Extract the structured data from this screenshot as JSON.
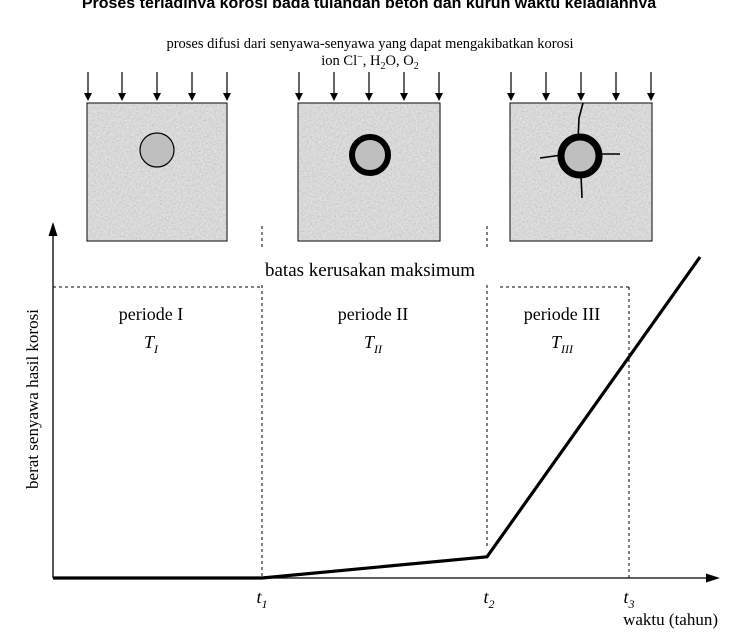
{
  "header_cut_text": "Proses terjadinya korosi pada tulangan beton dan kurun waktu kejadiannya",
  "diffusion_caption": "proses difusi dari senyawa-senyawa yang dapat mengakibatkan korosi",
  "ions": {
    "prefix": "ion Cl",
    "minus": "−",
    "h": "H",
    "two_a": "2",
    "o_part": "O, O",
    "two_b": "2"
  },
  "threshold_label": "batas kerusakan maksimum",
  "y_axis_label": "berat senyawa hasil korosi",
  "x_axis_label": "waktu (tahun)",
  "periods": [
    {
      "name": "periode I",
      "symbol": "T",
      "sub": "I"
    },
    {
      "name": "periode II",
      "symbol": "T",
      "sub": "II"
    },
    {
      "name": "periode III",
      "symbol": "T",
      "sub": "III"
    }
  ],
  "time_marks": [
    {
      "symbol": "t",
      "sub": "1"
    },
    {
      "symbol": "t",
      "sub": "2"
    },
    {
      "symbol": "t",
      "sub": "3"
    }
  ],
  "colors": {
    "concrete": "#e6e6e6",
    "rebar": "#bfbfbf",
    "ink": "#000000"
  },
  "chart_data": {
    "type": "line",
    "x_labels": [
      "t1",
      "t2",
      "t3"
    ],
    "series": [
      {
        "x": [
          0,
          1,
          2,
          3.2
        ],
        "y": [
          0,
          0,
          0.066,
          1
        ]
      }
    ],
    "threshold_y": 0.85,
    "ylabel": "berat senyawa hasil korosi",
    "xlabel": "waktu (tahun)"
  }
}
